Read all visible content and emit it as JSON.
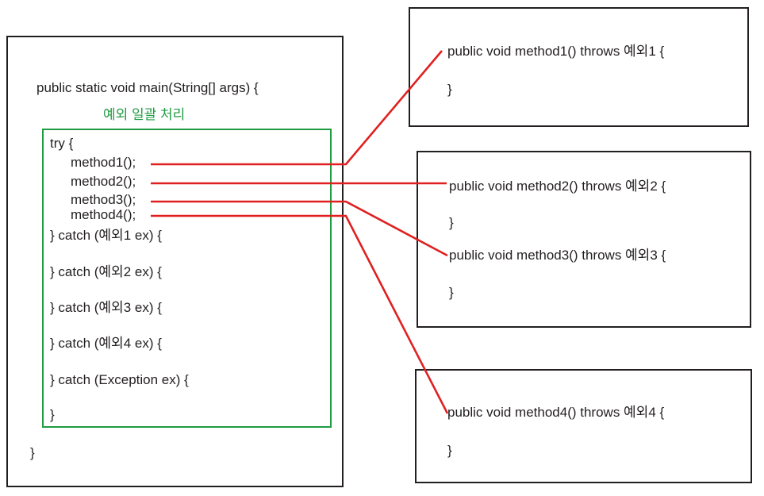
{
  "diagram": {
    "title": "Java exception handling - consolidated try/catch calling throwing methods",
    "accent_green": "#1f9b42",
    "connector_red": "#e02020",
    "outline_black": "#231f20"
  },
  "main_box": {
    "signature": "public static void main(String[] args) {",
    "caption": "예외 일괄 처리",
    "try_open": "try {",
    "calls": [
      "method1();",
      "method2();",
      "method3();",
      "method4();"
    ],
    "catches": [
      "} catch (예외1 ex) {",
      "} catch (예외2 ex) {",
      "} catch (예외3 ex) {",
      "} catch (예외4 ex) {",
      "} catch (Exception ex) {"
    ],
    "try_close": "}",
    "main_close": "}"
  },
  "method_boxes": [
    {
      "id": "method1-box",
      "methods": [
        {
          "signature": "public void method1() throws 예외1 {",
          "close": "}"
        }
      ]
    },
    {
      "id": "method23-box",
      "methods": [
        {
          "signature": "public void method2() throws 예외2 {",
          "close": "}"
        },
        {
          "signature": "public void method3() throws 예외3 {",
          "close": "}"
        }
      ]
    },
    {
      "id": "method4-box",
      "methods": [
        {
          "signature": "public void method4() throws 예외4 {",
          "close": "}"
        }
      ]
    }
  ],
  "connectors": [
    {
      "name": "method1-connector",
      "from_call": "method1();",
      "to_method": "method1"
    },
    {
      "name": "method2-connector",
      "from_call": "method2();",
      "to_method": "method2"
    },
    {
      "name": "method3-connector",
      "from_call": "method3();",
      "to_method": "method3"
    },
    {
      "name": "method4-connector",
      "from_call": "method4();",
      "to_method": "method4"
    }
  ]
}
